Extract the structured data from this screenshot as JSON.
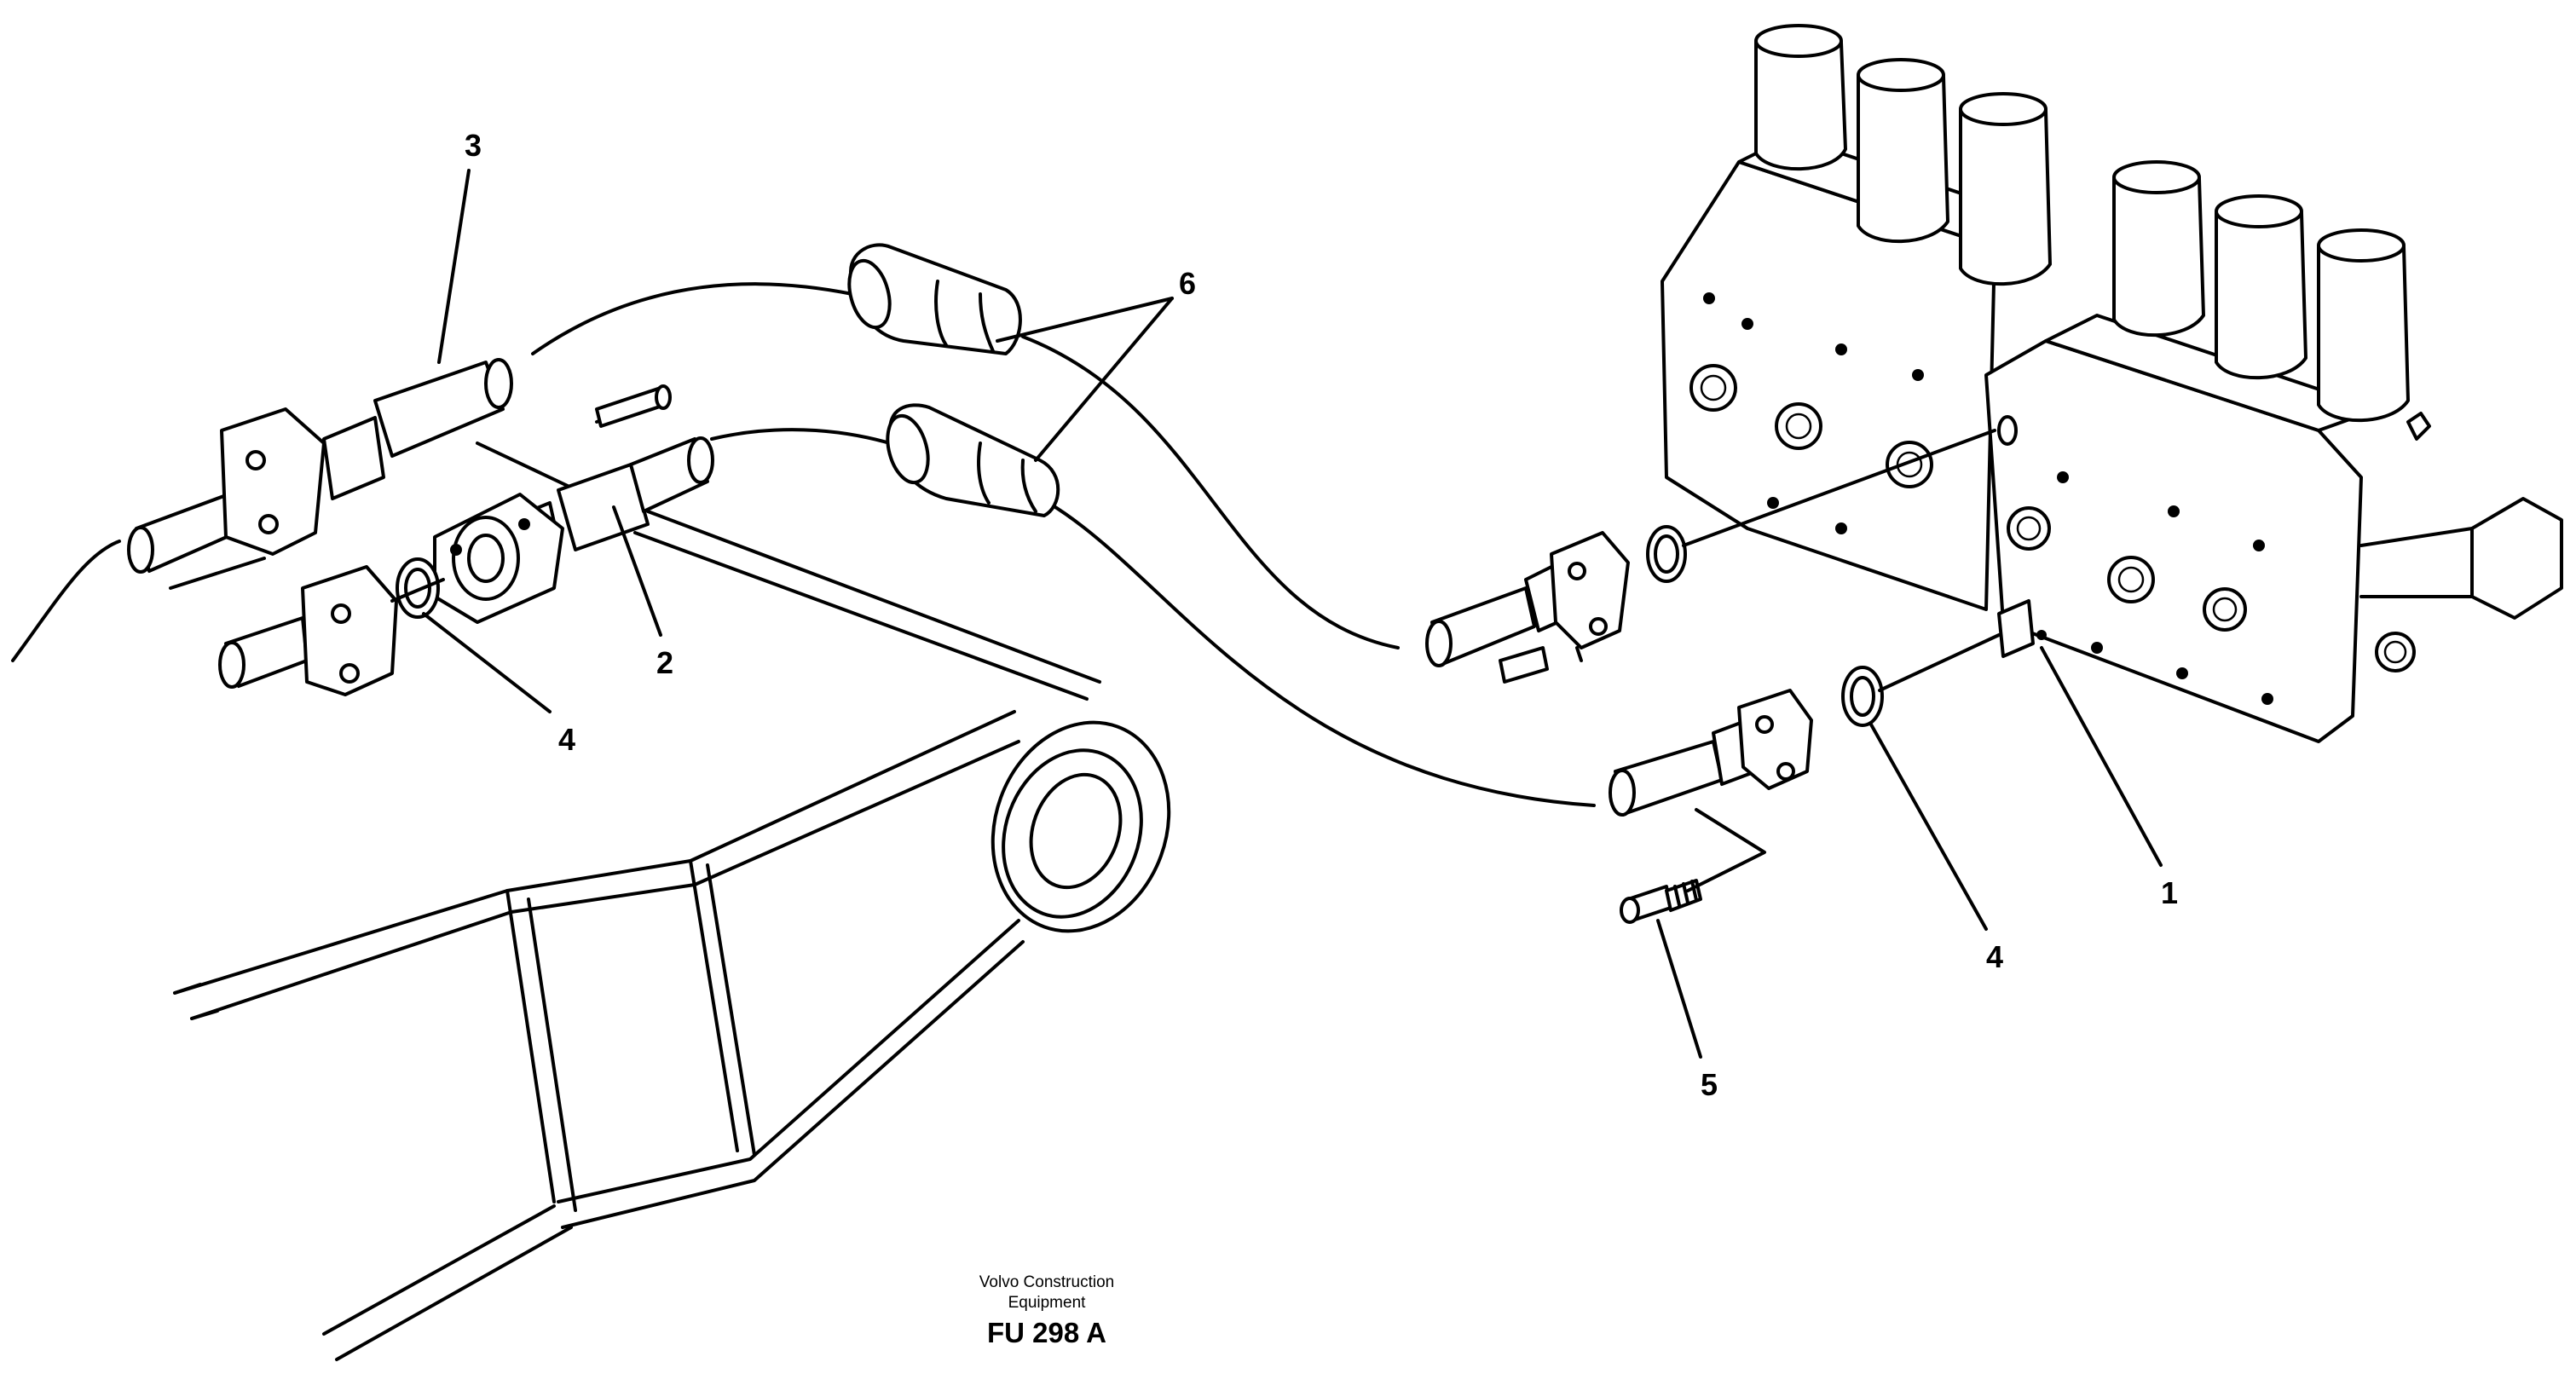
{
  "callouts": [
    {
      "id": "1",
      "label": "1"
    },
    {
      "id": "2",
      "label": "2"
    },
    {
      "id": "3",
      "label": "3"
    },
    {
      "id": "4a",
      "label": "4"
    },
    {
      "id": "4b",
      "label": "4"
    },
    {
      "id": "5",
      "label": "5"
    },
    {
      "id": "6",
      "label": "6"
    }
  ],
  "footer": {
    "credit_line1": "Volvo Construction",
    "credit_line2": "Equipment",
    "code": "FU 298 A"
  }
}
